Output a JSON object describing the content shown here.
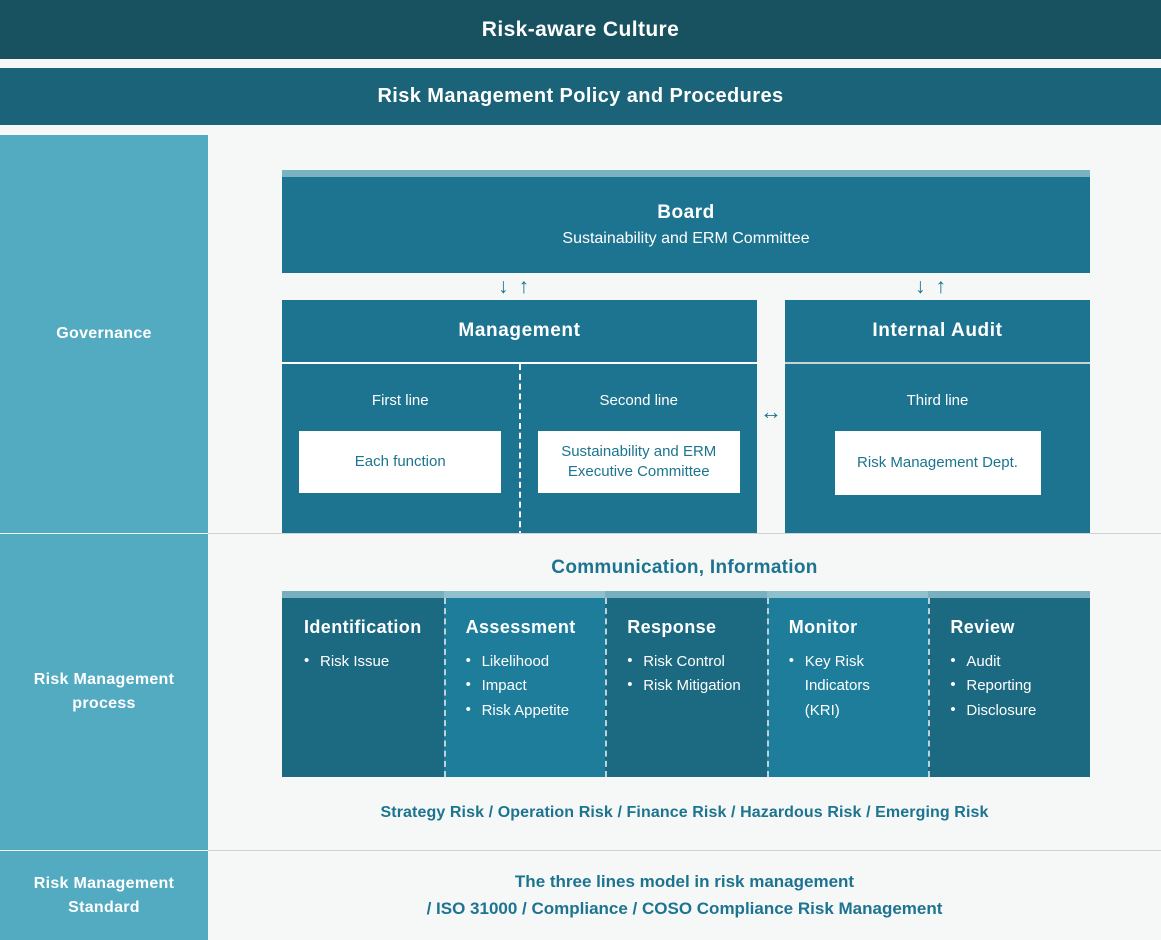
{
  "banners": {
    "culture": "Risk-aware Culture",
    "policy": "Risk Management Policy and Procedures"
  },
  "colors": {
    "culture_bg": "#18515f",
    "policy_bg": "#1a6378",
    "sidebar_bg": "#53abc2",
    "box_bg": "#1d7490",
    "box_top_stripe": "#79b3c2",
    "proc_dark": "#1b6a82",
    "proc_light": "#1d7d9a",
    "accent_text": "#1d7490",
    "page_bg": "#f6f7f7"
  },
  "rows": {
    "governance": {
      "label": "Governance",
      "board": {
        "title": "Board",
        "subtitle": "Sustainability and ERM Committee"
      },
      "arrows": {
        "down": "↓",
        "up": "↑",
        "bidirectional": "↔"
      },
      "management": {
        "title": "Management",
        "lanes": [
          {
            "label": "First line",
            "card": "Each function"
          },
          {
            "label": "Second line",
            "card": "Sustainability and ERM Executive Committee"
          }
        ]
      },
      "internal_audit": {
        "title": "Internal Audit",
        "lanes": [
          {
            "label": "Third line",
            "card": "Risk Management Dept."
          }
        ]
      }
    },
    "process": {
      "label": "Risk Management process",
      "communication_title": "Communication, Information",
      "columns": [
        {
          "heading": "Identification",
          "items": [
            "Risk Issue"
          ],
          "shade": "dark"
        },
        {
          "heading": "Assessment",
          "items": [
            "Likelihood",
            "Impact",
            "Risk Appetite"
          ],
          "shade": "light"
        },
        {
          "heading": "Response",
          "items": [
            "Risk Control",
            "Risk Mitigation"
          ],
          "shade": "dark"
        },
        {
          "heading": "Monitor",
          "items": [
            "Key Risk Indicators (KRI)"
          ],
          "shade": "light"
        },
        {
          "heading": "Review",
          "items": [
            "Audit",
            "Reporting",
            "Disclosure"
          ],
          "shade": "dark"
        }
      ],
      "risk_types_line": "Strategy Risk / Operation Risk / Finance Risk / Hazardous Risk / Emerging Risk"
    },
    "standard": {
      "label": "Risk Management Standard",
      "line1": "The three lines model in risk management",
      "line2": "/ ISO 31000 / Compliance / COSO Compliance Risk Management"
    }
  }
}
